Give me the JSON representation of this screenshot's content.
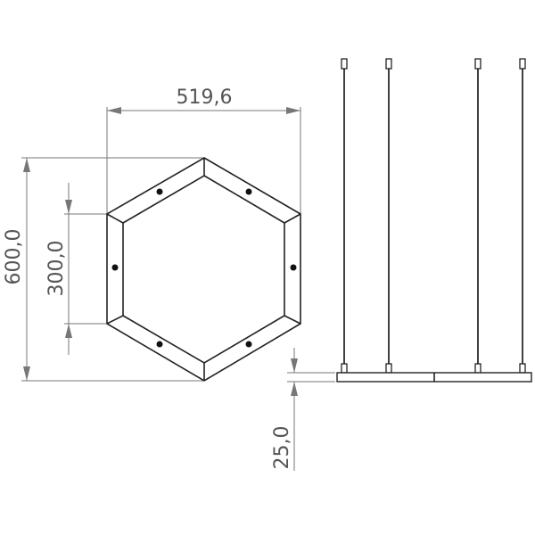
{
  "dimensions": {
    "width_label": "519,6",
    "height_label": "600,0",
    "side_label": "300,0",
    "thickness_label": "25,0"
  },
  "colors": {
    "background": "#ffffff",
    "object_line": "#222222",
    "dimension_line": "#777777",
    "dimension_text": "#555555"
  }
}
